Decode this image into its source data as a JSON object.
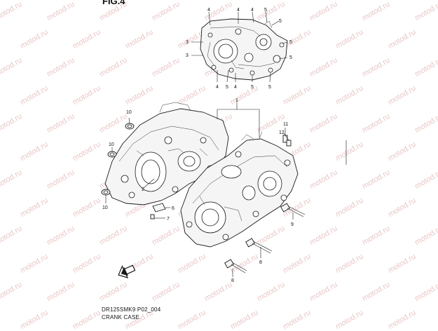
{
  "figure": {
    "label": "FIG.4"
  },
  "drawing": {
    "code": "DR125SMK9 P02_004",
    "title": "CRANK CASE"
  },
  "watermark": {
    "text": "motod.ru",
    "color": "#e9c7c7"
  },
  "callouts": {
    "c1": "1",
    "c2": "2",
    "c3a": "3",
    "c3b": "3",
    "c4a": "4",
    "c4b": "4",
    "c4c": "4",
    "c4d": "4",
    "c5a": "5",
    "c5b": "5",
    "c5c": "5",
    "c5d": "5",
    "c5e": "5",
    "c5f": "5",
    "c6": "6",
    "c7": "7",
    "c8a": "8",
    "c8b": "8",
    "c9": "9",
    "c10a": "10",
    "c10b": "10",
    "c10c": "10",
    "c11": "11",
    "c12": "12"
  },
  "icons": {
    "front_arrow": "front-direction-arrow-icon"
  }
}
